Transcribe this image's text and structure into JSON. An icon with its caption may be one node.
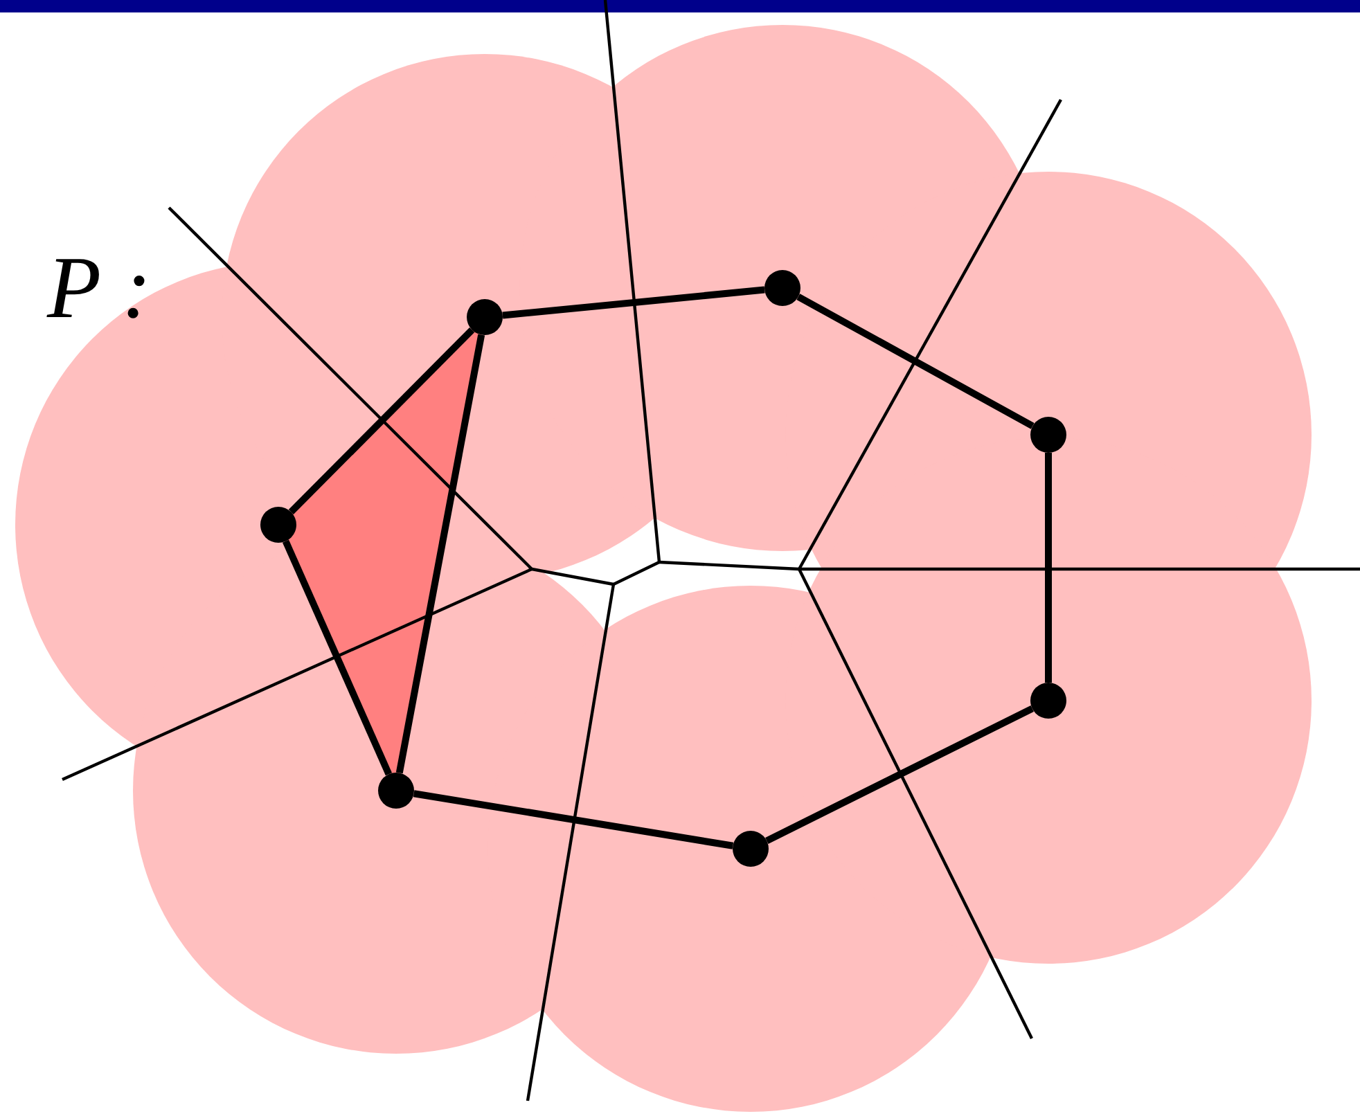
{
  "diagram": {
    "nodes": [
      {
        "text": [],
        "shape": "circle"
      },
      {
        "text": [],
        "shape": "circle"
      },
      {
        "text": [],
        "shape": "circle"
      },
      {
        "text": [],
        "shape": "circle"
      },
      {
        "text": [],
        "shape": "circle"
      },
      {
        "text": [],
        "shape": "circle"
      },
      {
        "text": [],
        "shape": "circle"
      }
    ],
    "edges": [
      {
        "from": 2,
        "to": 4,
        "arrow": "none"
      },
      {
        "from": 4,
        "to": 5,
        "arrow": "none"
      },
      {
        "from": 5,
        "to": 6,
        "arrow": "none"
      },
      {
        "from": 6,
        "to": 3,
        "arrow": "none"
      },
      {
        "from": 3,
        "to": 1,
        "arrow": "none"
      },
      {
        "from": 1,
        "to": 0,
        "arrow": "none"
      },
      {
        "from": 0,
        "to": 2,
        "arrow": "none"
      },
      {
        "from": 2,
        "to": 1,
        "arrow": "none"
      }
    ],
    "labels": [
      "P :"
    ]
  }
}
